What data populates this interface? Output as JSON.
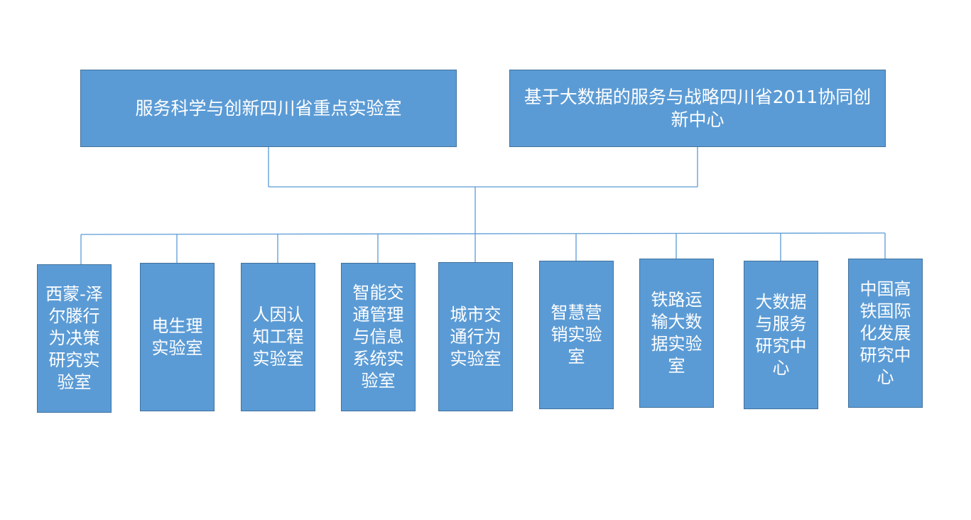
{
  "org_chart": {
    "top_units": [
      "服务科学与创新四川省重点实验室",
      "基于大数据的服务与战略四川省2011协同创新中心"
    ],
    "sub_units": [
      "西蒙-泽尔滕行为决策研究实验室",
      "电生理实验室",
      "人因认知工程实验室",
      "智能交通管理与信息系统实验室",
      "城市交通行为实验室",
      "智慧营销实验室",
      "铁路运输大数据实验室",
      "大数据与服务研究中心",
      "中国高铁国际化发展研究中心"
    ]
  },
  "colors": {
    "box_fill": "#5b9bd5",
    "box_border": "#41719c",
    "connector": "#5b9bd5",
    "text": "#ffffff"
  }
}
